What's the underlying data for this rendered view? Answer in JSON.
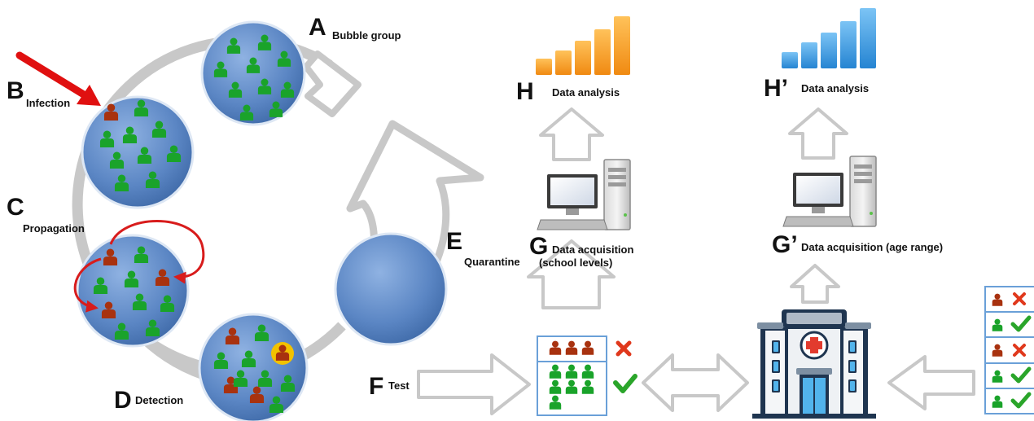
{
  "bubble_group": {
    "letter": "A",
    "caption": "Bubble group"
  },
  "infection": {
    "letter": "B",
    "caption": "Infection"
  },
  "propagation": {
    "letter": "C",
    "caption": "Propagation"
  },
  "detection": {
    "letter": "D",
    "caption": "Detection"
  },
  "quarantine": {
    "letter": "E",
    "caption": "Quarantine"
  },
  "test": {
    "letter": "F",
    "caption": "Test"
  },
  "acquisition_school": {
    "letter": "G",
    "caption_line1": "Data acquisition",
    "caption_line2": "(school levels)"
  },
  "acquisition_age": {
    "letter": "G’",
    "caption": "Data acquisition (age range)"
  },
  "analysis_left": {
    "letter": "H",
    "caption": "Data analysis"
  },
  "analysis_right": {
    "letter": "H’",
    "caption": "Data analysis"
  },
  "colors": {
    "bubble": "#5b86c4",
    "healthy_person": "#1aa32a",
    "infected_person": "#a8320f",
    "alert_ring": "#f2c200",
    "orange_bars": "#f5a02a",
    "blue_bars": "#3d9be0",
    "ring_gray": "#c8c8c8",
    "infection_arrow": "#e01010",
    "spread_arrow": "#d81c1c",
    "cross": "#e0381c",
    "check": "#2aa52a"
  },
  "icons": [
    "person-icon",
    "computer-icon",
    "hospital-icon",
    "bar-chart-icon",
    "cross-icon",
    "check-icon",
    "up-arrow-icon",
    "right-arrow-icon",
    "double-arrow-icon",
    "left-arrow-icon"
  ]
}
